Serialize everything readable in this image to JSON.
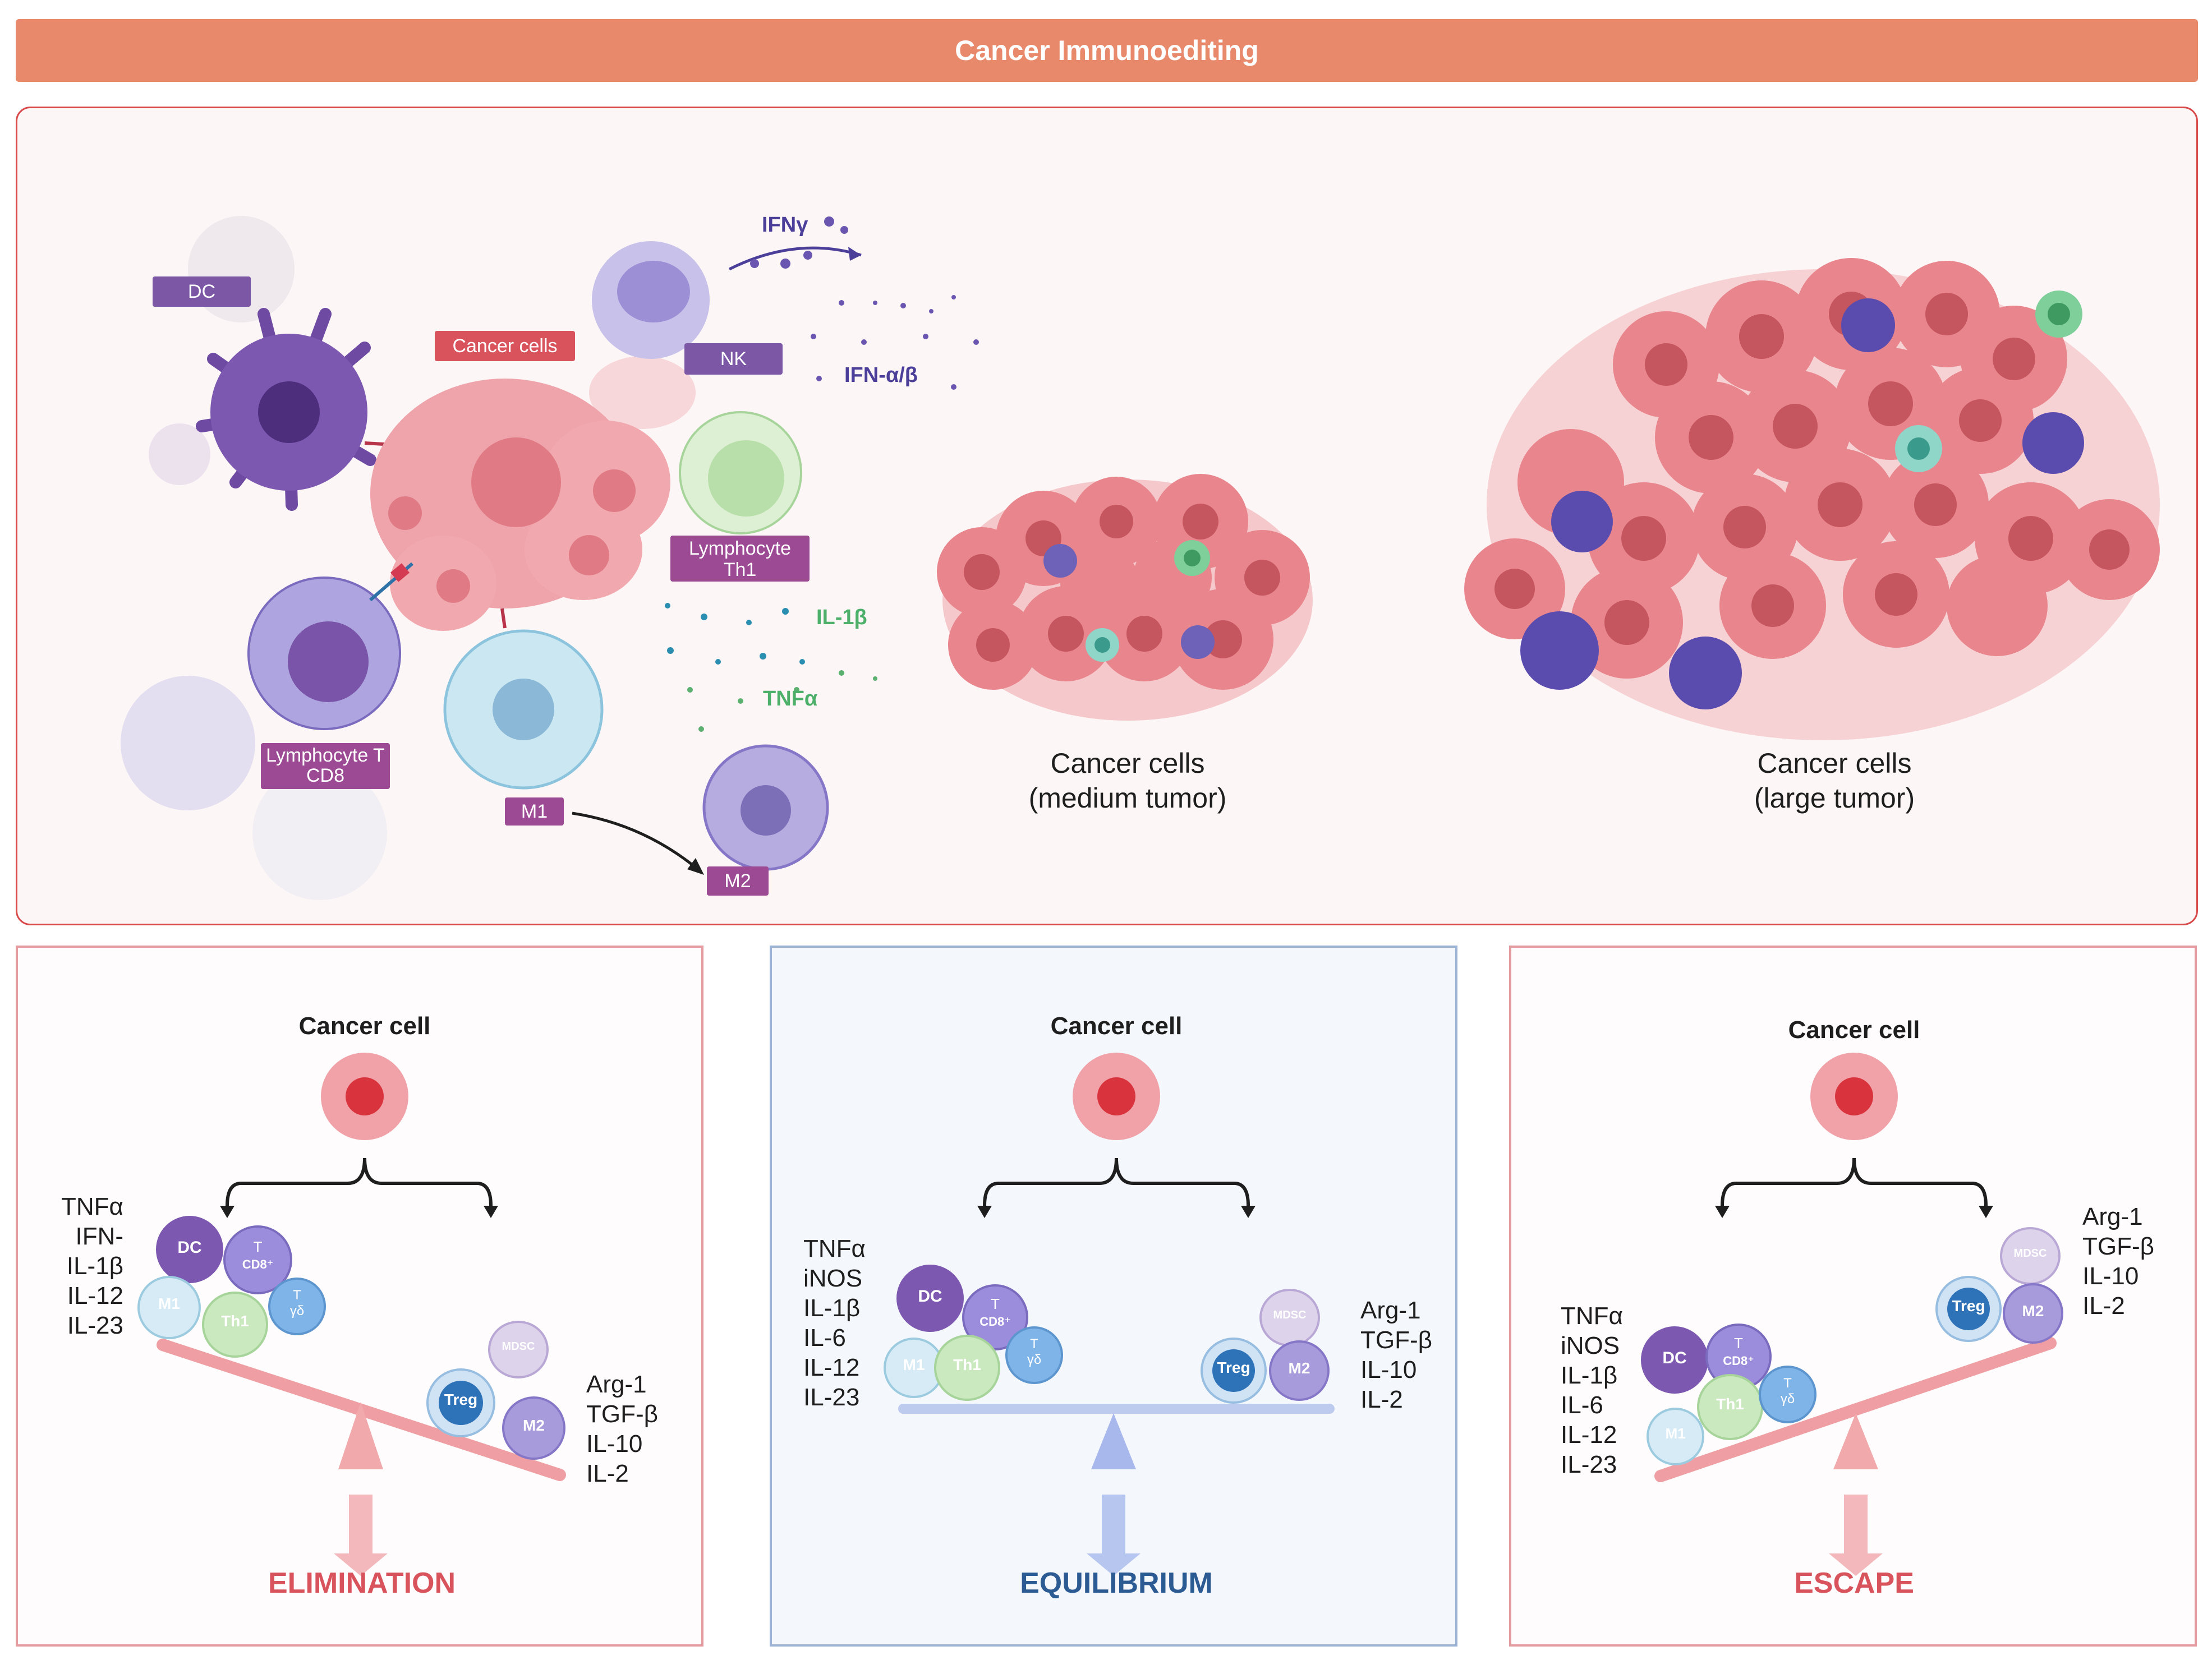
{
  "header": {
    "title": "Cancer Immunoediting"
  },
  "top": {
    "labels": {
      "dc": "DC",
      "cancer_cells": "Cancer cells",
      "nk": "NK",
      "ifn_gamma": "IFNγ",
      "ifn_ab": "IFN-α/β",
      "th1": "Lymphocyte Th1",
      "cd8": "Lymphocyte T CD8",
      "il1b": "IL-1β",
      "tnfa": "TNFα",
      "m1": "M1",
      "m2": "M2",
      "medium_tumor": "Cancer cells (medium tumor)",
      "large_tumor": "Cancer cells (large tumor)"
    }
  },
  "panels": {
    "elimination": {
      "title": "Cancer cell",
      "left_list": [
        "TNFα",
        "IFN-",
        "IL-1β",
        "IL-12",
        "IL-23"
      ],
      "right_list": [
        "Arg-1",
        "TGF-β",
        "IL-10",
        "IL-2"
      ],
      "outcome": "ELIMINATION"
    },
    "equilibrium": {
      "title": "Cancer cell",
      "left_list": [
        "TNFα",
        "iNOS",
        "IL-1β",
        "IL-6",
        "IL-12",
        "IL-23"
      ],
      "right_list": [
        "Arg-1",
        "TGF-β",
        "IL-10",
        "IL-2"
      ],
      "outcome": "EQUILIBRIUM"
    },
    "escape": {
      "title": "Cancer cell",
      "left_list": [
        "TNFα",
        "iNOS",
        "IL-1β",
        "IL-6",
        "IL-12",
        "IL-23"
      ],
      "right_list": [
        "Arg-1",
        "TGF-β",
        "IL-10",
        "IL-2"
      ],
      "outcome": "ESCAPE"
    }
  },
  "cell_labels": {
    "dc": "DC",
    "cd8_t": "T",
    "cd8_sub": "CD8⁺",
    "m1": "M1",
    "th1": "Th1",
    "tgd_t": "T",
    "tgd_sub": "γδ",
    "mdsc": "MDSC",
    "treg": "Treg",
    "m2": "M2"
  },
  "colors": {
    "header": "#e8896b",
    "elimination": "#d9535d",
    "equilibrium": "#2c5a93",
    "escape": "#d9535d",
    "cytokine_purple": "#6a56b0",
    "cytokine_green": "#4caf6a"
  }
}
